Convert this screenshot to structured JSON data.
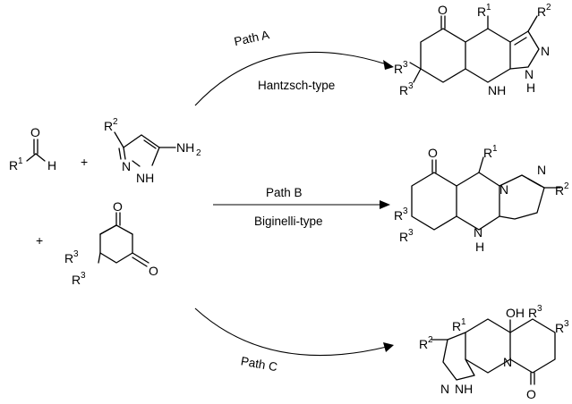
{
  "paths": {
    "a": {
      "name": "Path A",
      "type": "Hantzsch-type"
    },
    "b": {
      "name": "Path B",
      "type": "Biginelli-type"
    },
    "c": {
      "name": "Path C"
    }
  },
  "reactants": {
    "plus1": "+",
    "plus2": "+"
  },
  "atoms": {
    "O": "O",
    "H": "H",
    "N": "N",
    "NH": "NH",
    "NH2": "NH",
    "OH": "OH",
    "R": "R",
    "one": "1",
    "two": "2",
    "three": "3",
    "sub2": "2"
  },
  "colors": {
    "ink": "#000000",
    "background": "#ffffff"
  }
}
